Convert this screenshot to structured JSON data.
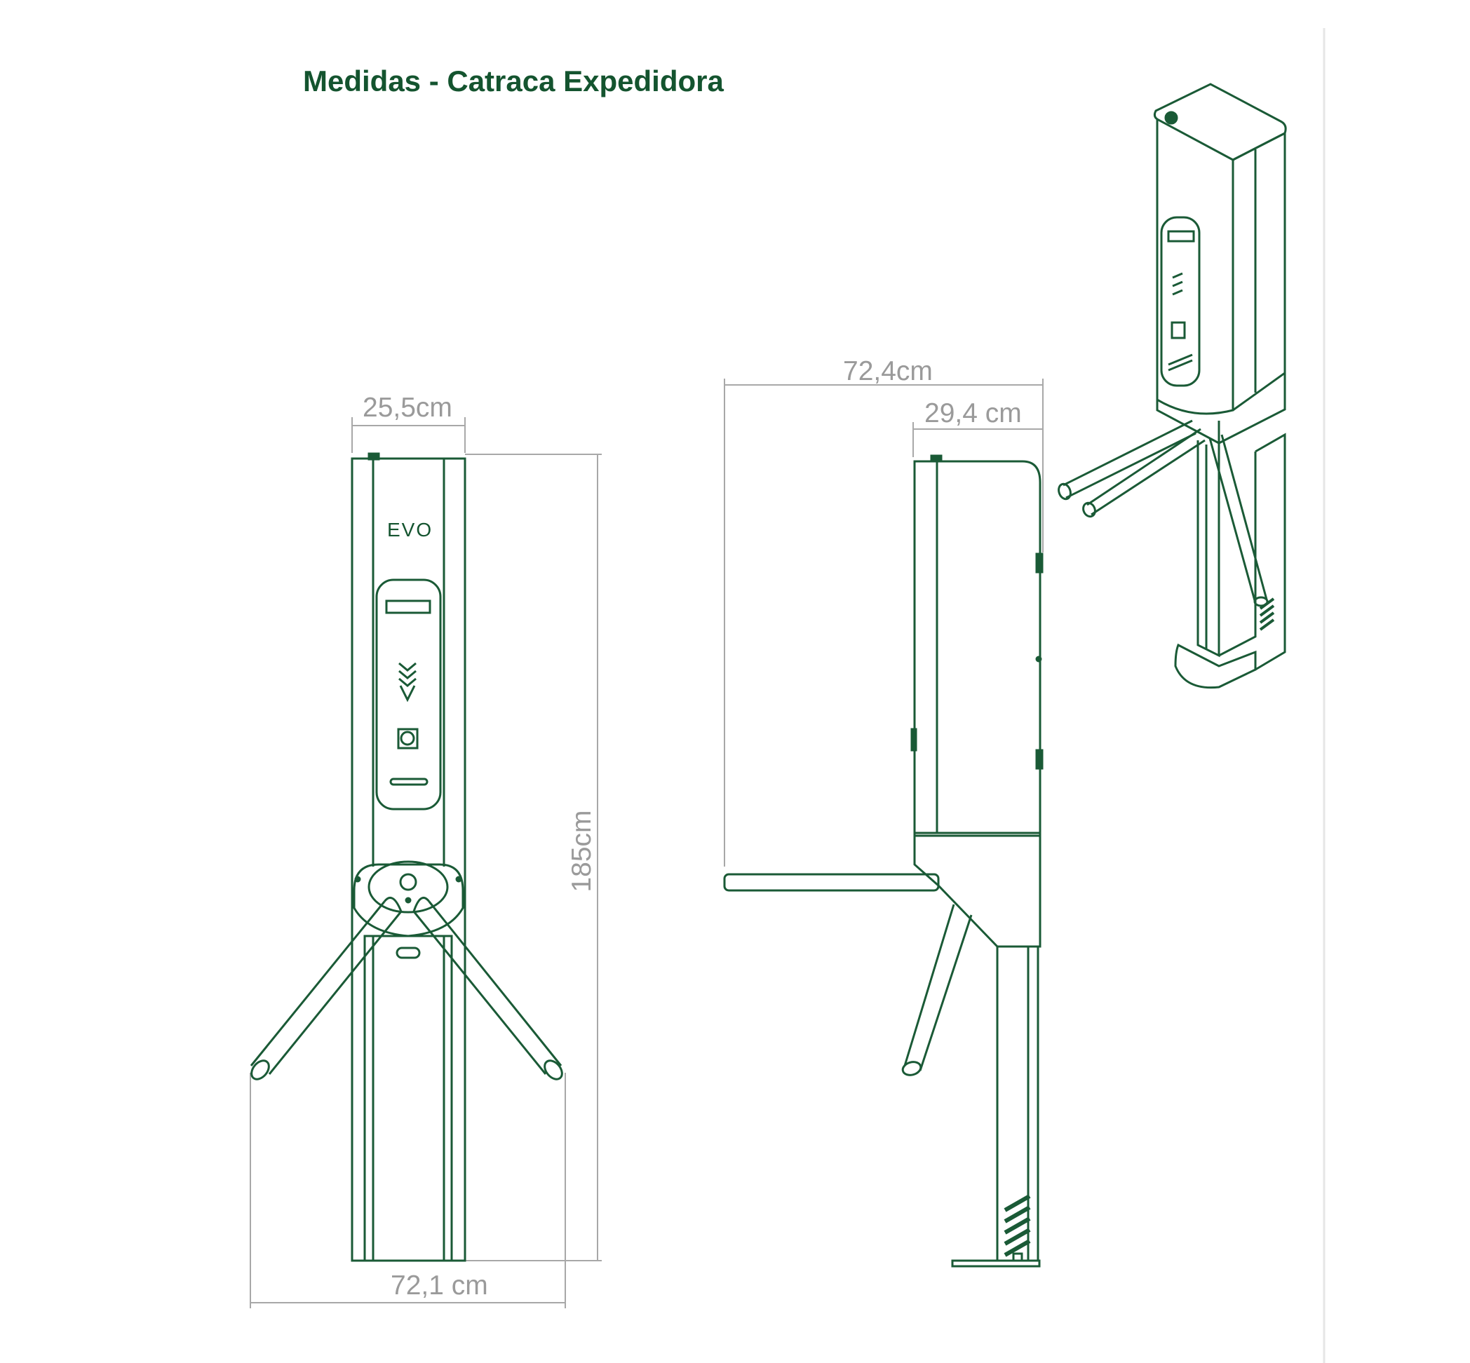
{
  "title": "Medidas - Catraca Expedidora",
  "front_view": {
    "logo_text": "EVO",
    "width_top": "25,5cm",
    "height": "185cm",
    "width_bottom": "72,1 cm"
  },
  "side_view": {
    "depth_total": "72,4cm",
    "depth_body": "29,4 cm"
  },
  "colors": {
    "line": "#1a5a36",
    "dimension": "#9a9a9a",
    "title": "#14542f"
  }
}
